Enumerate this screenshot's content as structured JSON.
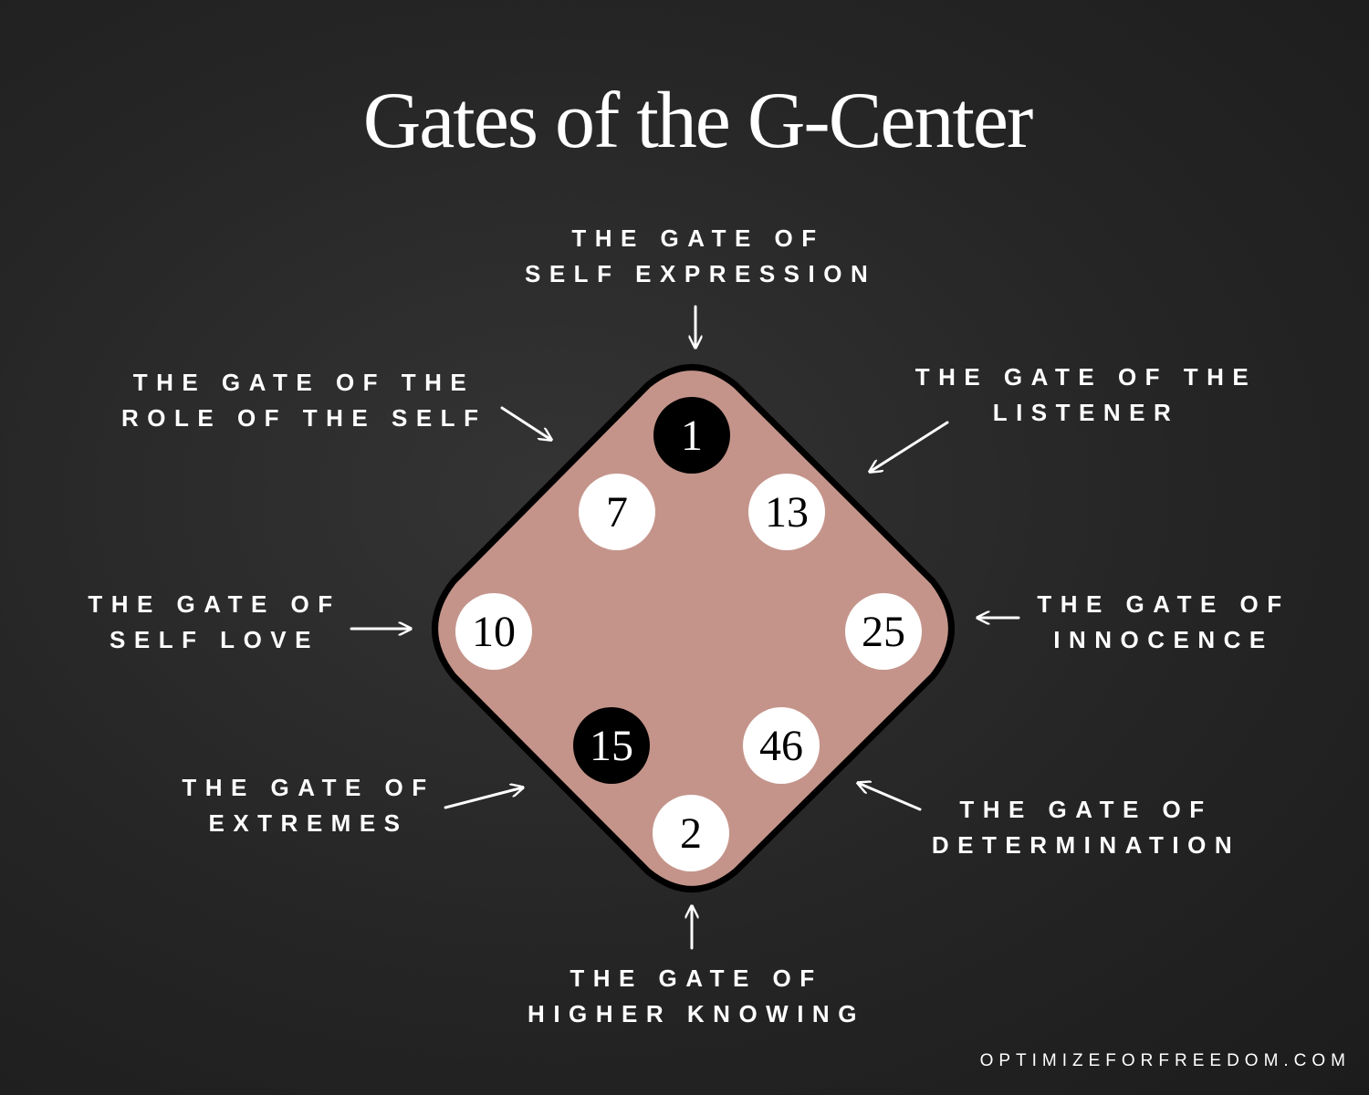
{
  "title": "Gates of the G-Center",
  "website": "OPTIMIZEFORFREEDOM.COM",
  "colors": {
    "background": "#262626",
    "diamond_fill": "#c4948a",
    "diamond_border": "#000000",
    "defined_gate": "#000000",
    "open_gate": "#ffffff"
  },
  "gates": [
    {
      "number": "1",
      "defined": true
    },
    {
      "number": "7",
      "defined": false
    },
    {
      "number": "13",
      "defined": false
    },
    {
      "number": "10",
      "defined": false
    },
    {
      "number": "25",
      "defined": false
    },
    {
      "number": "15",
      "defined": true
    },
    {
      "number": "46",
      "defined": false
    },
    {
      "number": "2",
      "defined": false
    }
  ],
  "labels": {
    "self_expression": {
      "line1": "THE GATE OF",
      "line2": "SELF EXPRESSION"
    },
    "role_of_self": {
      "line1": "THE GATE OF THE",
      "line2": "ROLE OF THE SELF"
    },
    "listener": {
      "line1": "THE GATE OF THE",
      "line2": "LISTENER"
    },
    "self_love": {
      "line1": "THE GATE OF",
      "line2": "SELF LOVE"
    },
    "innocence": {
      "line1": "THE GATE OF",
      "line2": "INNOCENCE"
    },
    "extremes": {
      "line1": "THE GATE OF",
      "line2": "EXTREMES"
    },
    "determination": {
      "line1": "THE GATE OF",
      "line2": "DETERMINATION"
    },
    "higher_knowing": {
      "line1": "THE GATE OF",
      "line2": "HIGHER KNOWING"
    }
  }
}
